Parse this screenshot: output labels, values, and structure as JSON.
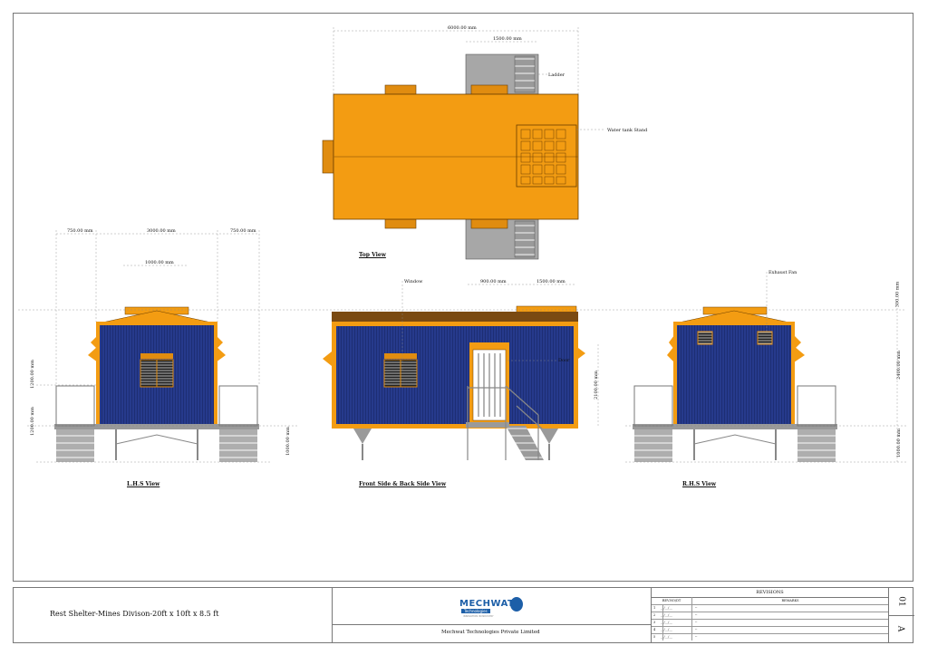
{
  "views": {
    "top": "Top View",
    "lhs": "L.H.S View",
    "front": "Front  Side  &  Back Side  View",
    "rhs": "R.H.S View"
  },
  "callouts": {
    "ladder": "Ladder",
    "water_tank_stand": "Water tank Stand",
    "window": "Window",
    "door": "Door",
    "exhaust_fan": "Exhaust Fan"
  },
  "dimensions": {
    "top_overall": "6000.00 mm",
    "top_ladder": "1500.00 mm",
    "lhs_overall_left": "750.00 mm",
    "lhs_body": "3000.00 mm",
    "lhs_overall_right": "750.00 mm",
    "lhs_window": "1000.00 mm",
    "lhs_height_upper": "1200.00 mm",
    "lhs_height_lower": "1200.00 mm",
    "lhs_leg": "1000.00 mm",
    "front_door": "900.00 mm",
    "front_gap": "1500.00 mm",
    "front_door_height": "2100.00 mm",
    "rhs_roof": "300.00 mm",
    "rhs_wall": "2400.00 mm",
    "rhs_leg": "1000.00 mm"
  },
  "title_block": {
    "project_title": "Rest Shelter-Mines Divison-20ft x 10ft x 8.5 ft",
    "company": "Mechwat Technologies Private Limited",
    "logo_main": "MECHWAT",
    "logo_sub": "Technologies",
    "logo_tag": "INNOVATION IN INDUSTRY",
    "revisions_header": "REVISIONS",
    "rev_col1": "REV.NO/DT",
    "rev_col2": "REMARKS",
    "rev_rows": [
      "1",
      "2",
      "3",
      "4",
      "5"
    ],
    "rev_date_placeholder": "__/__/__",
    "rev_remark_placeholder": "--",
    "sheet_number": "01",
    "sheet_rev": "A"
  },
  "colors": {
    "orange": "#f39c12",
    "orange_dark": "#d9820b",
    "blue": "#263a8c",
    "grey": "#8a8a8a",
    "roof_brown": "#7a4a12"
  }
}
